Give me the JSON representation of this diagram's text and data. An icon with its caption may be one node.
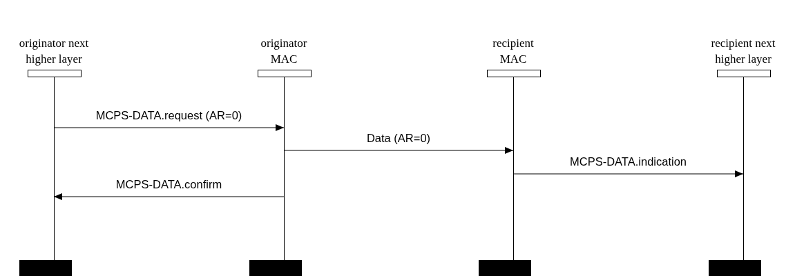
{
  "diagram": {
    "nodes": [
      {
        "text": [
          "originator next higher layer"
        ]
      },
      {
        "text": [
          "originator MAC"
        ]
      },
      {
        "text": [
          "recipient MAC"
        ]
      },
      {
        "text": [
          "recipient next higher layer"
        ]
      }
    ],
    "edges": [
      {
        "from": 0,
        "to": 1,
        "arrow": "to",
        "label": "MCPS-DATA.request (AR=0)"
      },
      {
        "from": 1,
        "to": 2,
        "arrow": "to",
        "label": "Data (AR=0)"
      },
      {
        "from": 2,
        "to": 3,
        "arrow": "to",
        "label": "MCPS-DATA.indication"
      },
      {
        "from": 1,
        "to": 0,
        "arrow": "to",
        "label": "MCPS-DATA.confirm"
      }
    ]
  }
}
